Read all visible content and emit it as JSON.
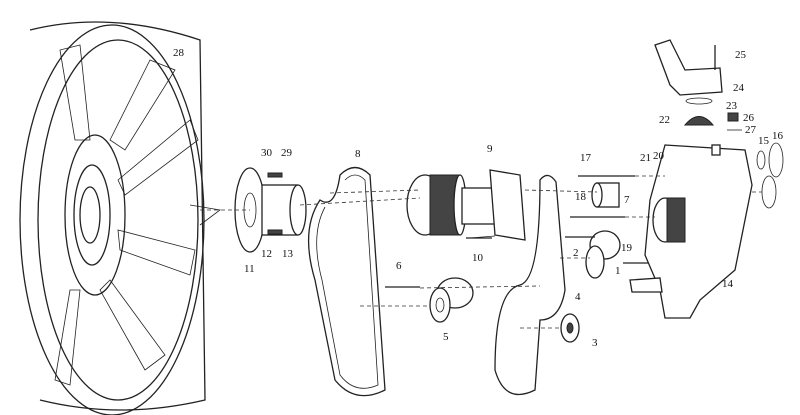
{
  "diagram": {
    "type": "exploded parts diagram",
    "parts": {
      "p1": "1",
      "p2": "2",
      "p3": "3",
      "p4": "4",
      "p5": "5",
      "p6": "6",
      "p7": "7",
      "p8": "8",
      "p9": "9",
      "p10": "10",
      "p11": "11",
      "p12": "12",
      "p13": "13",
      "p14": "14",
      "p15": "15",
      "p16": "16",
      "p17": "17",
      "p18": "18",
      "p19": "19",
      "p20": "20",
      "p21": "21",
      "p22": "22",
      "p23": "23",
      "p24": "24",
      "p25": "25",
      "p26": "26",
      "p27": "27",
      "p28": "28",
      "p29": "29",
      "p30": "30"
    }
  }
}
